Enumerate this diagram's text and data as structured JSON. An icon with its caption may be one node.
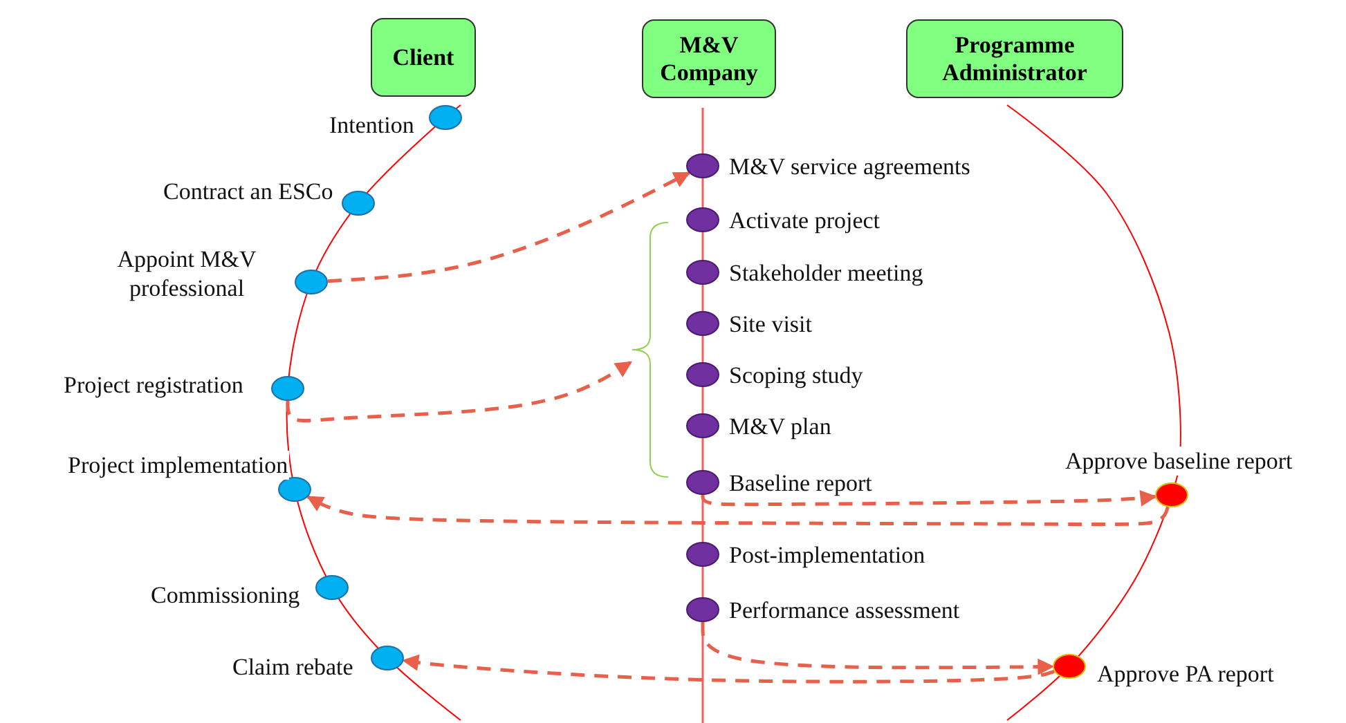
{
  "diagram": {
    "nodes": [
      {
        "text": [
          "Client"
        ]
      },
      {
        "text": [
          "M&V Company"
        ]
      },
      {
        "text": [
          "Programme Administrator"
        ]
      },
      {
        "text": [],
        "shape": "circle",
        "beside": [
          "Intention"
        ]
      },
      {
        "text": [],
        "shape": "circle",
        "beside": [
          "Contract an ESCo"
        ]
      },
      {
        "text": [],
        "shape": "circle",
        "beside": [
          "Appoint M&V professional"
        ]
      },
      {
        "text": [],
        "shape": "circle",
        "beside": [
          "Project registration"
        ]
      },
      {
        "text": [],
        "shape": "circle",
        "beside": [
          "Project implementation"
        ]
      },
      {
        "text": [],
        "shape": "circle",
        "beside": [
          "Commissioning"
        ]
      },
      {
        "text": [],
        "shape": "circle",
        "beside": [
          "Claim rebate"
        ]
      },
      {
        "text": [],
        "shape": "circle",
        "beside": [
          "M&V service agreements"
        ]
      },
      {
        "text": [],
        "shape": "circle",
        "beside": [
          "Activate project"
        ]
      },
      {
        "text": [],
        "shape": "circle",
        "beside": [
          "Stakeholder meeting"
        ]
      },
      {
        "text": [],
        "shape": "circle",
        "beside": [
          "Site visit"
        ]
      },
      {
        "text": [],
        "shape": "circle",
        "beside": [
          "Scoping study"
        ]
      },
      {
        "text": [],
        "shape": "circle",
        "beside": [
          "M&V plan"
        ]
      },
      {
        "text": [],
        "shape": "circle",
        "beside": [
          "Baseline report"
        ]
      },
      {
        "text": [],
        "shape": "circle",
        "beside": [
          "Post-implementation"
        ]
      },
      {
        "text": [],
        "shape": "circle",
        "beside": [
          "Performance assessment"
        ]
      },
      {
        "text": [],
        "shape": "bracket"
      },
      {
        "text": [],
        "shape": "circle",
        "beside": [
          "Approve baseline report"
        ]
      },
      {
        "text": [],
        "shape": "circle",
        "beside": [
          "Approve PA report"
        ]
      }
    ],
    "edges": [
      {
        "from": 5,
        "to": 10,
        "arrow": "to",
        "style": "dashed"
      },
      {
        "from": 6,
        "to": 19,
        "arrow": "to",
        "style": "dashed"
      },
      {
        "from": 16,
        "to": 20,
        "arrow": "to",
        "style": "dashed"
      },
      {
        "from": 20,
        "to": 7,
        "arrow": "to",
        "style": "dashed"
      },
      {
        "from": 18,
        "to": 21,
        "arrow": "to",
        "style": "dashed"
      },
      {
        "from": 21,
        "to": 9,
        "arrow": "to",
        "style": "dashed"
      }
    ]
  }
}
